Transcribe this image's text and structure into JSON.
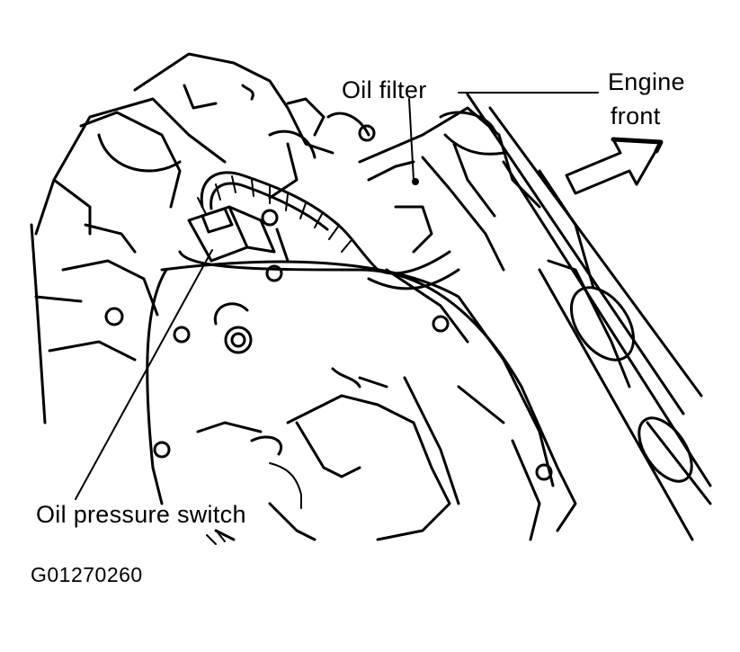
{
  "labels": {
    "oil_filter": "Oil filter",
    "engine_front_line1": "Engine",
    "engine_front_line2": "front",
    "oil_pressure_switch": "Oil pressure switch"
  },
  "figure_code": "G01270260",
  "colors": {
    "ink": "#000000",
    "paper": "#ffffff"
  }
}
